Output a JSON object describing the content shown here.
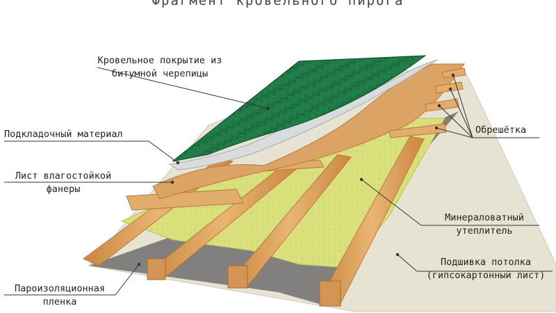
{
  "title": "Фрагмент кровельного пирога",
  "labels": {
    "roof_covering": [
      "Кровельное покрытие из",
      "битумной черепицы"
    ],
    "underlay": "Подкладочный материал",
    "plywood": [
      "Лист влагостойкой",
      "фанеры"
    ],
    "battens": "Обрешётка",
    "insulation": [
      "Минераловатный",
      "утеплитель"
    ],
    "ceiling": [
      "Подшивка потолка",
      "(гипсокартонный лист)"
    ],
    "vapor_barrier": [
      "Пароизоляционная",
      "пленка"
    ]
  },
  "colors": {
    "shingle": "#1f7a45",
    "shingle_dark": "#15603a",
    "underlay": "#d9dcdc",
    "plywood": "#d9a25e",
    "wood": "#e3a867",
    "wood_dark": "#b9773a",
    "wool": "#d9df7a",
    "drywall": "#e6e3d3",
    "vapor": "#6f6f6f"
  }
}
